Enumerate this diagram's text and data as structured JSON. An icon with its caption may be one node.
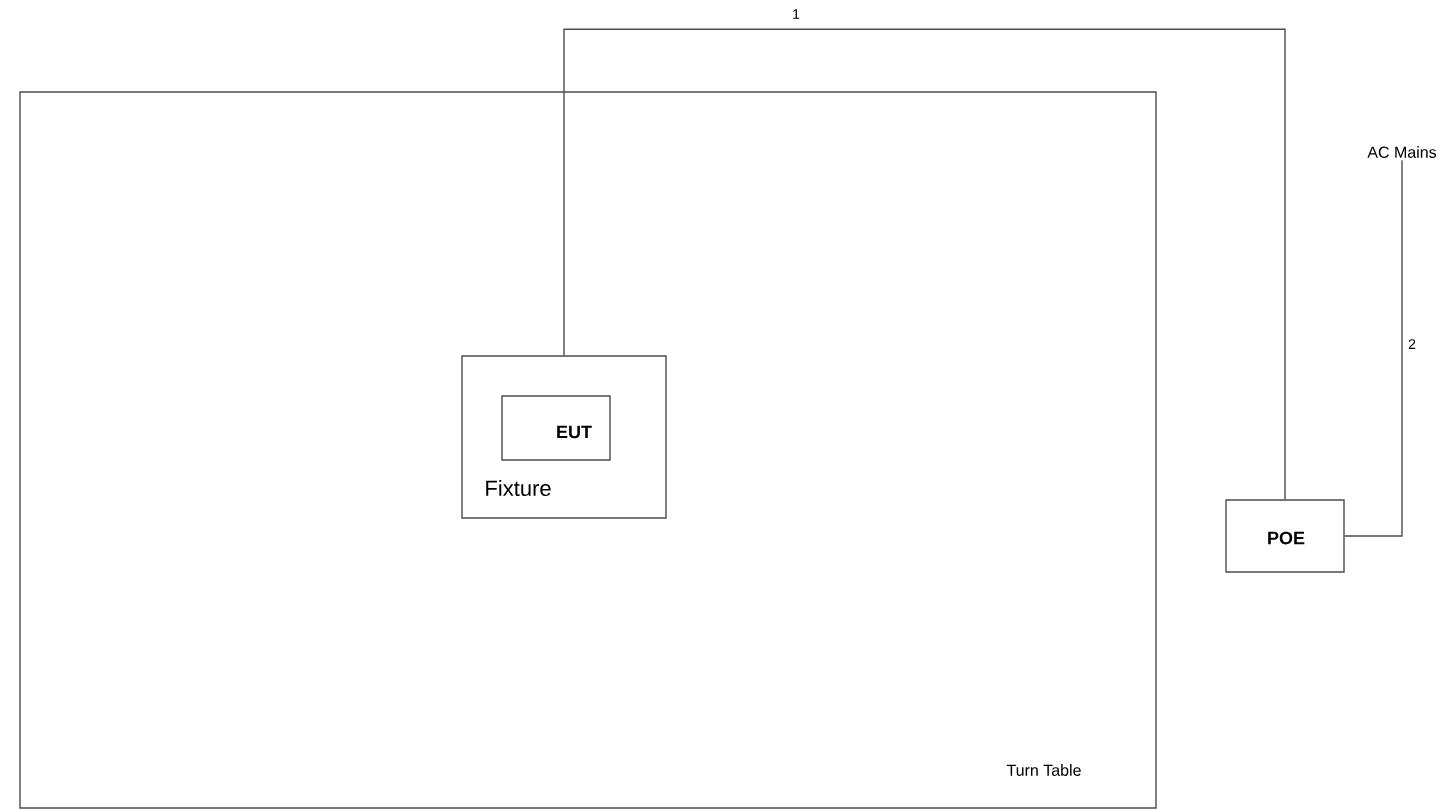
{
  "diagram": {
    "nodes": [
      {
        "text": [
          "Turn Table"
        ]
      },
      {
        "text": [
          "Fixture"
        ],
        "in": 0
      },
      {
        "text": [
          "EUT"
        ],
        "in": 1
      },
      {
        "text": [
          "POE"
        ]
      },
      {
        "text": [
          "AC Mains"
        ]
      }
    ],
    "edges": [
      {
        "from": 1,
        "to": 3,
        "arrow": "none",
        "label": "1"
      },
      {
        "from": 3,
        "to": 4,
        "arrow": "none",
        "label": "2"
      }
    ]
  }
}
